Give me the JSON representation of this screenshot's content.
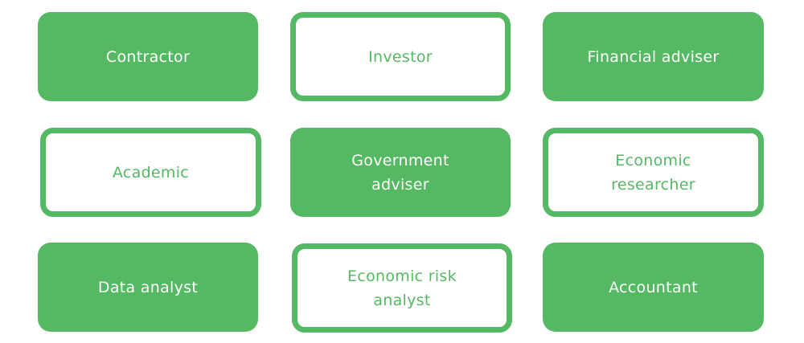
{
  "colors": {
    "accent": "#55B862",
    "background": "#FFFFFF",
    "filled_text": "#FFFFFF"
  },
  "cards": [
    {
      "label": "Contractor",
      "style": "filled"
    },
    {
      "label": "Investor",
      "style": "outlined"
    },
    {
      "label": "Financial adviser",
      "style": "filled"
    },
    {
      "label": "Academic",
      "style": "outlined"
    },
    {
      "label": "Government\nadviser",
      "style": "filled"
    },
    {
      "label": "Economic\nresearcher",
      "style": "outlined"
    },
    {
      "label": "Data analyst",
      "style": "filled"
    },
    {
      "label": "Economic risk\nanalyst",
      "style": "outlined"
    },
    {
      "label": "Accountant",
      "style": "filled"
    }
  ]
}
